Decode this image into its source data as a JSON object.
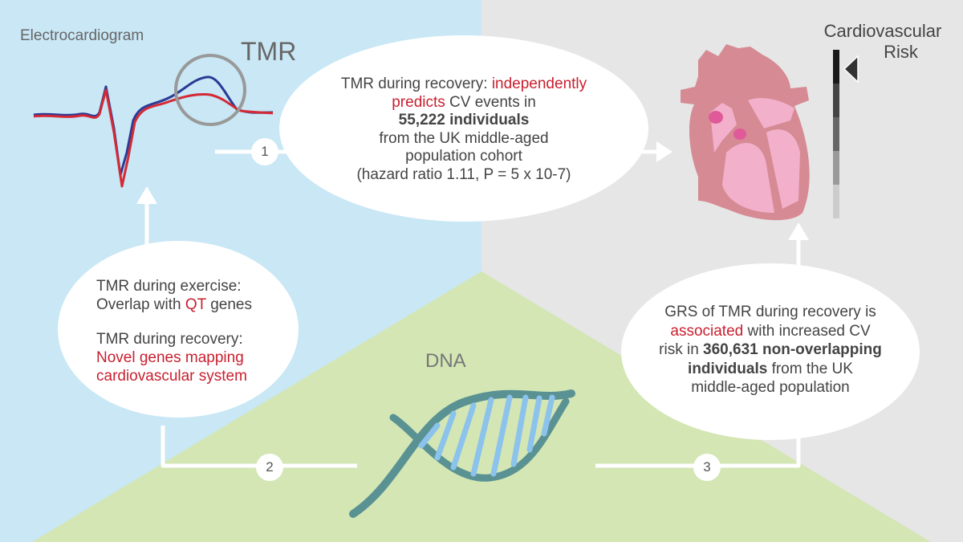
{
  "labels": {
    "ecg": "Electrocardiogram",
    "tmr": "TMR",
    "dna": "DNA",
    "risk_line1": "Cardiovascular",
    "risk_line2": "Risk"
  },
  "steps": [
    "1",
    "2",
    "3"
  ],
  "top_bubble": {
    "l1a": "TMR during recovery: ",
    "l1b": "independently",
    "l2a": "predicts",
    "l2b": " CV events in",
    "l3": "55,222 individuals",
    "l4": "from the UK middle-aged",
    "l5": "population cohort",
    "l6": "(hazard ratio 1.11, P = 5 x 10-7)"
  },
  "left_bubble": {
    "l1": "TMR during exercise:",
    "l2a": "Overlap with ",
    "l2b": "QT",
    "l2c": " genes",
    "l3": "TMR during recovery:",
    "l4": "Novel genes mapping",
    "l5": "cardiovascular system"
  },
  "right_bubble": {
    "l1": "GRS of TMR during recovery is",
    "l2a": "associated",
    "l2b": "  with increased CV",
    "l3a": "risk in ",
    "l3b": "360,631 non-overlapping",
    "l4a": "individuals",
    "l4b": "  from the UK",
    "l5": "middle-aged population"
  },
  "colors": {
    "blue_bg": "#c9e7f5",
    "gray_bg": "#e6e6e6",
    "green_bg": "#d3e6b4",
    "red_text": "#c8202f",
    "ecg_blue": "#2b3a94",
    "ecg_red": "#d42a35",
    "heart": "#d68a93",
    "heart_inner": "#f2b0cb"
  }
}
